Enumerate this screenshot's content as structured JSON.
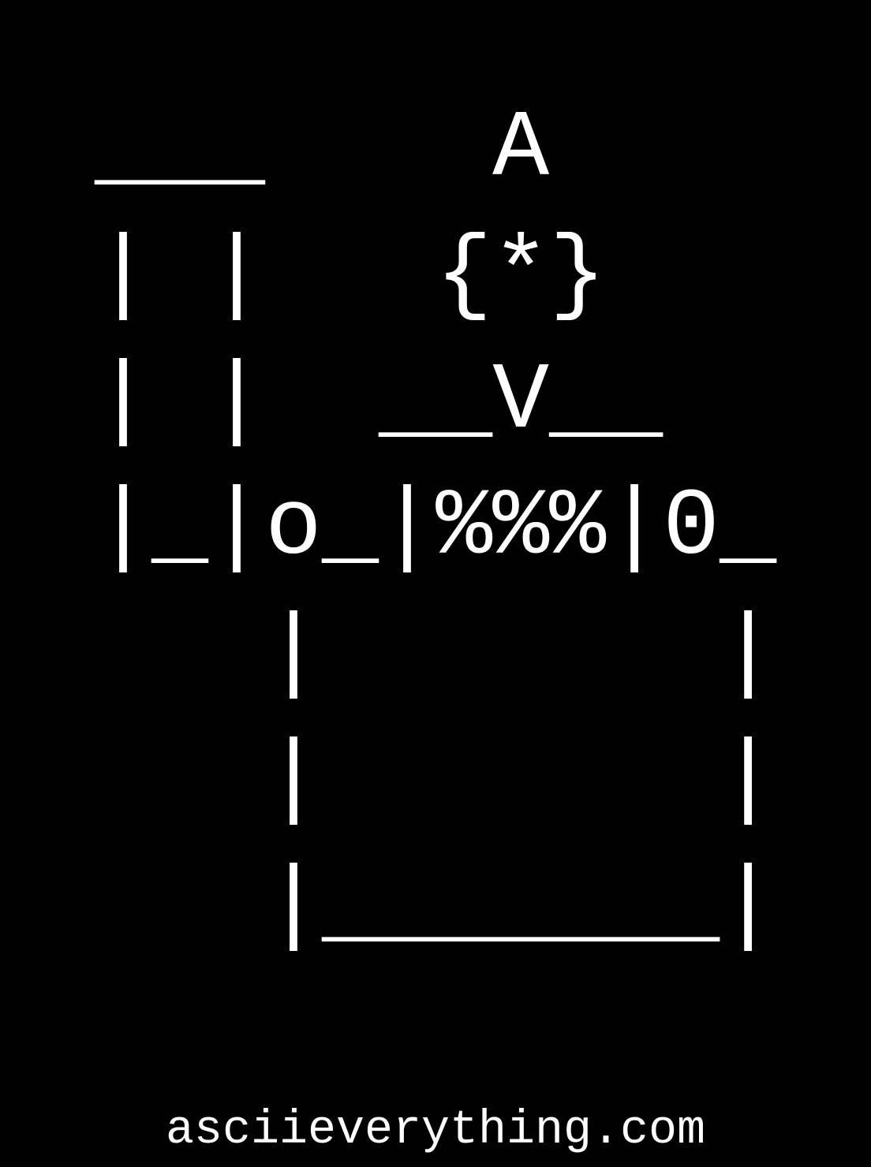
{
  "art": {
    "lines": [
      "___    A",
      "| |   {*}",
      "| |  __V__",
      "|_|o_|%%%|0_",
      "   |       |",
      "   |       |",
      "   |_______|"
    ]
  },
  "footer": {
    "site": "asciieverything.com"
  },
  "colors": {
    "background": "#000000",
    "text": "#ffffff"
  }
}
